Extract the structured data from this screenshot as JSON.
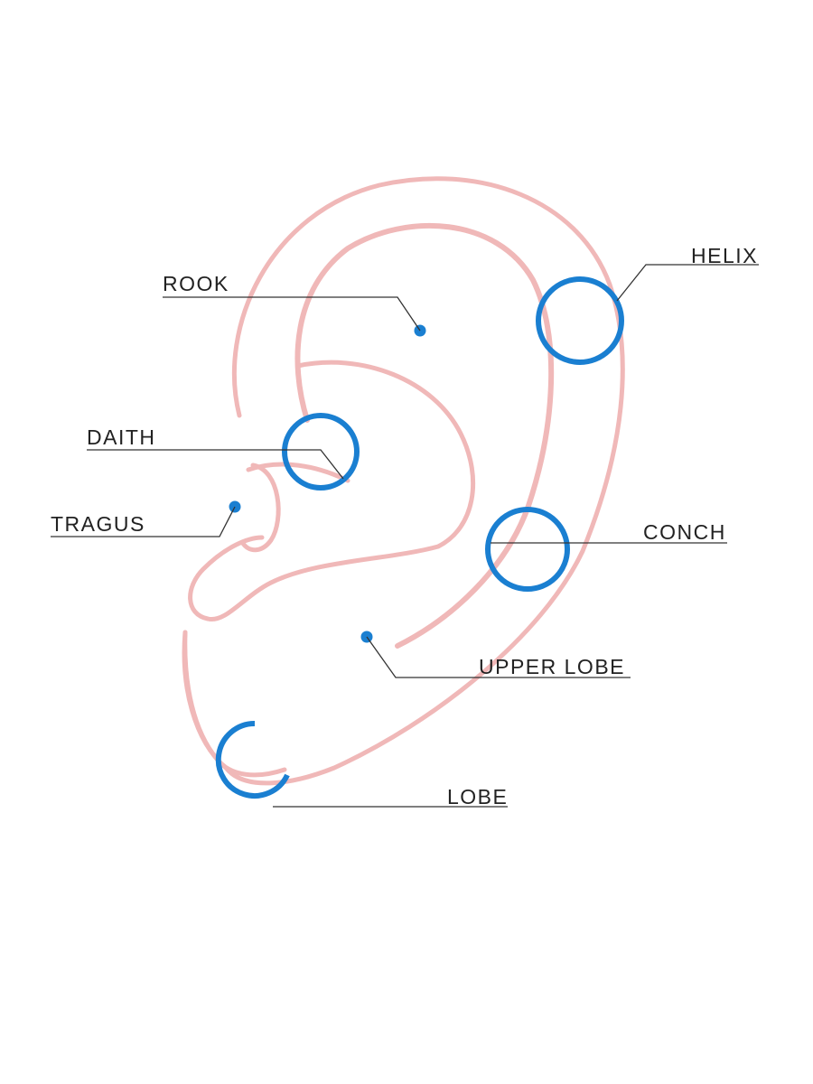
{
  "diagram": {
    "labels": {
      "rook": "ROOK",
      "helix": "HELIX",
      "daith": "DAITH",
      "tragus": "TRAGUS",
      "conch": "CONCH",
      "upper_lobe": "UPPER LOBE",
      "lobe": "LOBE"
    },
    "colors": {
      "ear_outline": "#f0b8b8",
      "piercing": "#1a7fd1",
      "leader_line": "#333333",
      "label_text": "#222222"
    },
    "markers": {
      "rook": "stud-dot",
      "helix": "hoop-ring",
      "daith": "hoop-ring",
      "tragus": "stud-dot",
      "conch": "hoop-ring",
      "upper_lobe": "stud-dot",
      "lobe": "hoop-ring"
    }
  }
}
